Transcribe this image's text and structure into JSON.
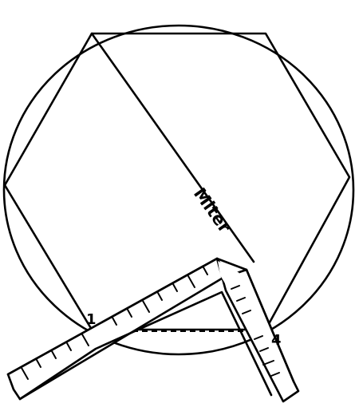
{
  "labels": {
    "miter": "Miter",
    "point_start": "1",
    "point_end": "4"
  },
  "colors": {
    "ink": "#000000",
    "paper": "#ffffff"
  }
}
